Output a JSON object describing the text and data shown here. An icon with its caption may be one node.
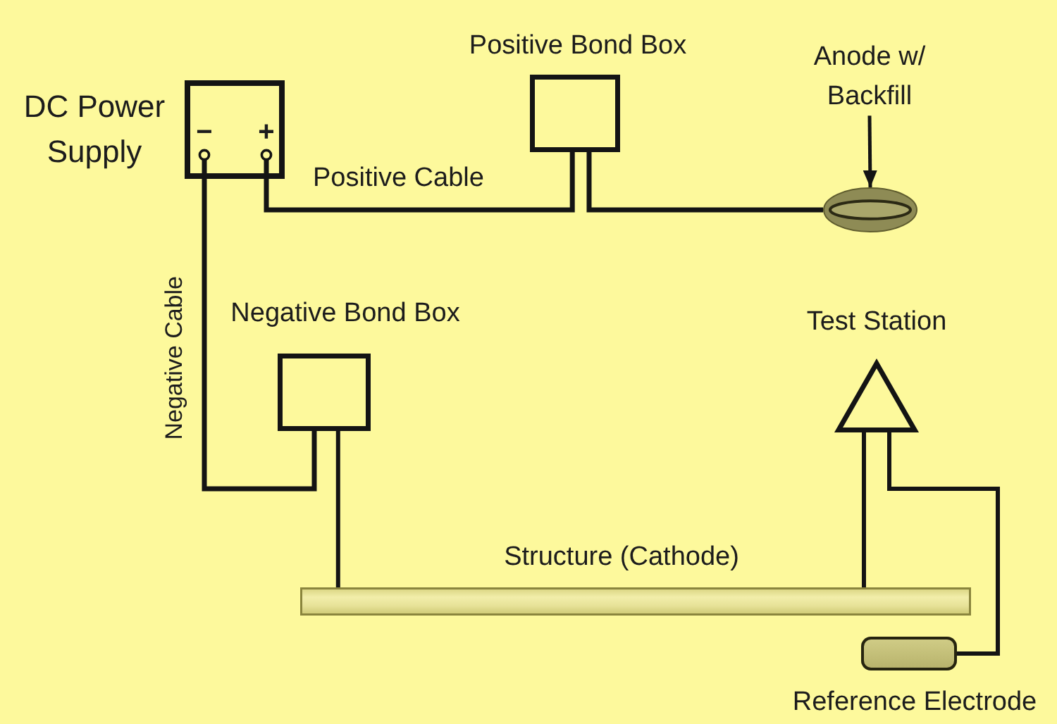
{
  "diagram": {
    "nodes": [
      {
        "text": [
          "DC Power Supply",
          "−",
          "+"
        ]
      },
      {
        "text": [
          "Positive Bond Box"
        ]
      },
      {
        "text": [
          "Anode w/ Backfill"
        ]
      },
      {
        "text": [],
        "shape": "ellipse"
      },
      {
        "text": [
          "Negative Bond Box"
        ]
      },
      {
        "text": [
          "Test Station"
        ]
      },
      {
        "text": [
          "Structure (Cathode)"
        ]
      },
      {
        "text": [
          "Reference Electrode"
        ]
      }
    ],
    "edges": [
      {
        "from": 0,
        "to": 1,
        "arrow": "none",
        "label": "Positive Cable"
      },
      {
        "from": 1,
        "to": 3,
        "arrow": "none"
      },
      {
        "from": 2,
        "to": 3,
        "arrow": "to"
      },
      {
        "from": 0,
        "to": 4,
        "arrow": "none",
        "label": "Negative Cable"
      },
      {
        "from": 4,
        "to": 6,
        "arrow": "none"
      },
      {
        "from": 5,
        "to": 6,
        "arrow": "none"
      },
      {
        "from": 5,
        "to": 7,
        "arrow": "none"
      }
    ]
  }
}
